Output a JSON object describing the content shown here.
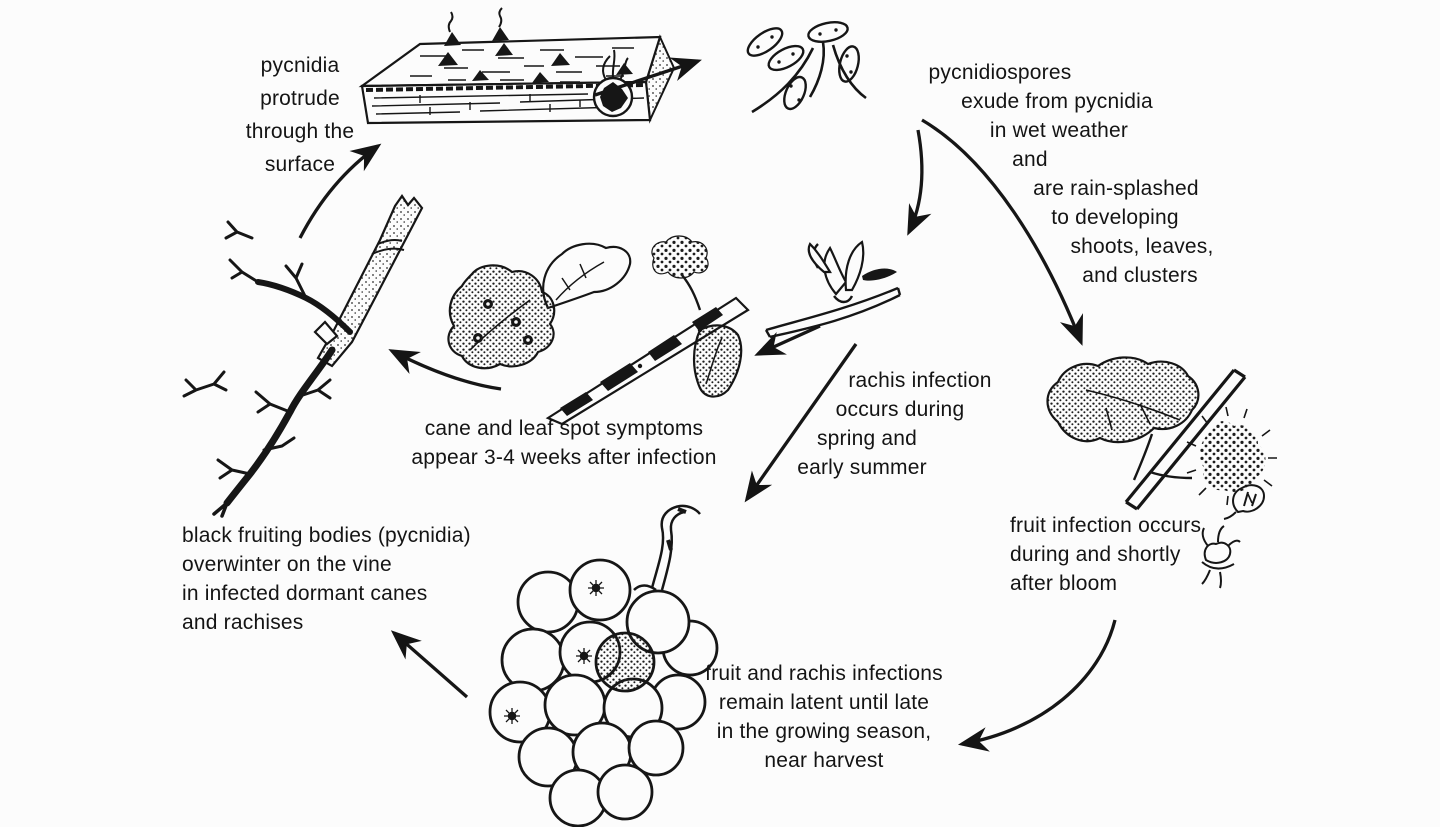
{
  "figure": {
    "type": "disease-cycle-diagram",
    "subject": "grape cane and leaf spot (Phomopsis) disease cycle",
    "colors": {
      "ink": "#161616",
      "background": "#fcfcfc"
    },
    "labels": {
      "surface": {
        "lines": [
          "pycnidia",
          "protrude",
          "through the",
          "surface"
        ]
      },
      "spores": {
        "lines": [
          "pycnidiospores",
          "exude from pycnidia",
          "in wet weather",
          "and",
          "are rain-splashed",
          "to developing",
          "shoots, leaves,",
          "and clusters"
        ]
      },
      "rachis": {
        "lines": [
          "rachis infection",
          "occurs during",
          "spring and",
          "early summer"
        ]
      },
      "fruit": {
        "lines": [
          "fruit infection occurs",
          "during and shortly",
          "after bloom"
        ]
      },
      "latent": {
        "lines": [
          "fruit and rachis infections",
          "remain latent until late",
          "in the growing season,",
          "near harvest"
        ]
      },
      "overwinter": {
        "lines": [
          "black fruiting bodies (pycnidia)",
          "overwinter on the vine",
          "in infected dormant canes",
          "and rachises"
        ]
      },
      "symptoms": {
        "lines": [
          "cane and leaf spot symptoms",
          "appear 3-4 weeks after infection"
        ]
      }
    },
    "illustrations": [
      "infected-wood-block-with-pycnidia",
      "pycnidiospores-and-tendrils",
      "emerging-shoot-bud",
      "cane-and-leaf-spot-symptoms",
      "dormant-cane-with-black-rachis",
      "shoot-leaf-and-flower-cluster",
      "grape-berry-cluster",
      "grape-flower-details"
    ],
    "arrows": [
      "dormant-cane-to-pycnidia-surface",
      "wood-block-to-spores",
      "spores-to-emerging-shoot",
      "spores-to-shoot-leaf-cluster",
      "shoot-to-symptoms",
      "shoot-to-grape-cluster",
      "bloom-to-near-harvest",
      "grape-cluster-to-overwinter",
      "symptoms-to-dormant-cane"
    ]
  }
}
